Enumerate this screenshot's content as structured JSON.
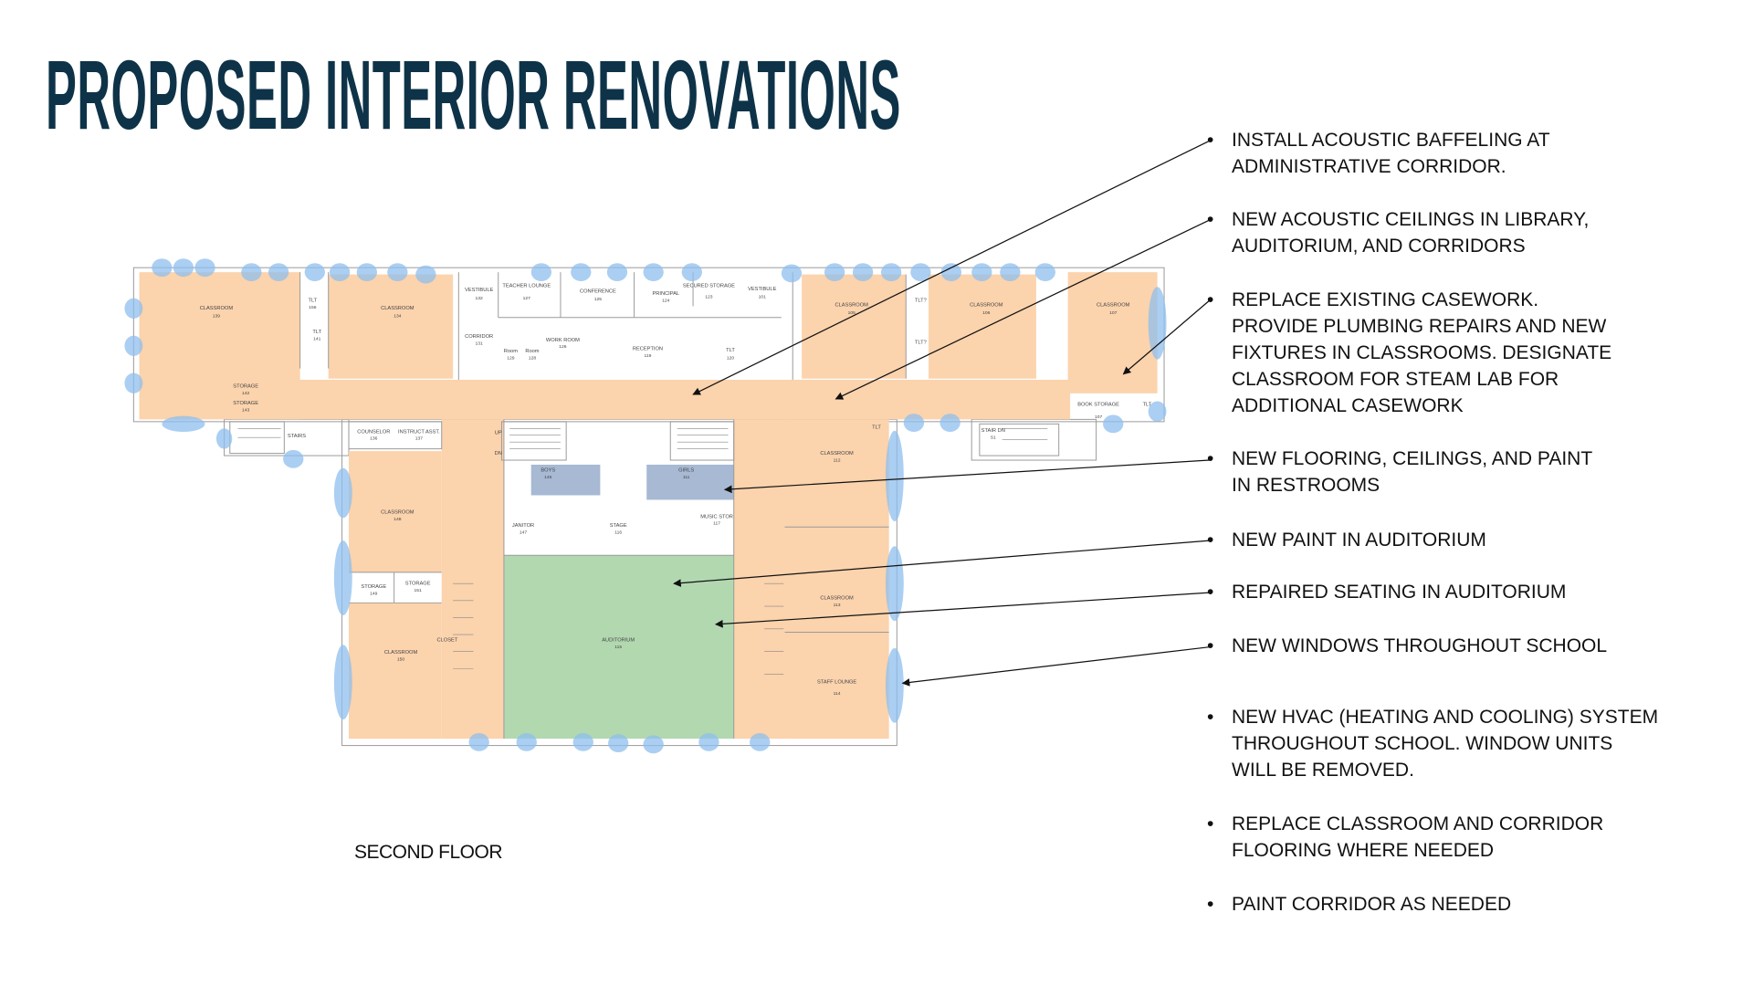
{
  "title": "PROPOSED INTERIOR RENOVATIONS",
  "floor_label": "SECOND FLOOR",
  "bullets": [
    {
      "lines": [
        "INSTALL ACOUSTIC BAFFELING AT",
        "ADMINISTRATIVE CORRIDOR."
      ]
    },
    {
      "lines": [
        "NEW ACOUSTIC CEILINGS IN LIBRARY,",
        "AUDITORIUM, AND CORRIDORS"
      ]
    },
    {
      "lines": [
        "REPLACE EXISTING CASEWORK.",
        "PROVIDE PLUMBING REPAIRS AND NEW",
        "FIXTURES IN CLASSROOMS.  DESIGNATE",
        "CLASSROOM FOR STEAM LAB FOR",
        "ADDITIONAL CASEWORK"
      ]
    },
    {
      "lines": [
        "NEW FLOORING, CEILINGS, AND PAINT",
        "IN RESTROOMS"
      ]
    },
    {
      "lines": [
        "NEW PAINT IN AUDITORIUM"
      ]
    },
    {
      "lines": [
        "REPAIRED SEATING IN AUDITORIUM"
      ]
    },
    {
      "lines": [
        "NEW WINDOWS THROUGHOUT SCHOOL"
      ]
    },
    {
      "lines": [
        "NEW HVAC (HEATING AND COOLING) SYSTEM",
        "THROUGHOUT SCHOOL.  WINDOW UNITS",
        "WILL BE REMOVED."
      ]
    },
    {
      "lines": [
        "REPLACE CLASSROOM AND CORRIDOR",
        "FLOORING WHERE NEEDED"
      ]
    },
    {
      "lines": [
        "PAINT CORRIDOR AS NEEDED"
      ]
    }
  ],
  "bullet_glyph": "•",
  "rooms": {
    "r139": {
      "name": "CLASSROOM",
      "num": "139"
    },
    "r134": {
      "name": "CLASSROOM",
      "num": "134"
    },
    "r156": {
      "name": "TLT",
      "num": "156"
    },
    "r141": {
      "name": "TLT",
      "num": "141"
    },
    "r132": {
      "name": "VESTIBULE",
      "num": "132"
    },
    "r127": {
      "name": "TEACHER LOUNGE",
      "num": "127"
    },
    "r125": {
      "name": "CONFERENCE",
      "num": "125"
    },
    "r124": {
      "name": "PRINCIPAL",
      "num": "124"
    },
    "r123": {
      "name": "SECURED STORAGE",
      "num": "123"
    },
    "r101": {
      "name": "VESTIBULE",
      "num": "101"
    },
    "r131": {
      "name": "CORRIDOR",
      "num": "131"
    },
    "r129": {
      "name": "Room",
      "num": "129"
    },
    "r128": {
      "name": "Room",
      "num": "128"
    },
    "r126": {
      "name": "WORK ROOM",
      "num": "126"
    },
    "r119": {
      "name": "RECEPTION",
      "num": "119"
    },
    "r120": {
      "name": "TLT",
      "num": "120"
    },
    "r105": {
      "name": "CLASSROOM",
      "num": "105"
    },
    "r106": {
      "name": "CLASSROOM",
      "num": "106"
    },
    "r107": {
      "name": "CLASSROOM",
      "num": "107"
    },
    "r107b": {
      "name": "BOOK STORAGE",
      "num": "107"
    },
    "r142": {
      "name": "STORAGE",
      "num": "142"
    },
    "r143": {
      "name": "STORAGE",
      "num": "143"
    },
    "r136": {
      "name": "COUNSELOR",
      "num": "136"
    },
    "r137": {
      "name": "INSTRUCT ASST.",
      "num": "137"
    },
    "rS1": {
      "name": "STAIR DN",
      "num": "S1"
    },
    "r146": {
      "name": "BOYS",
      "num": "146"
    },
    "r111": {
      "name": "GIRLS",
      "num": "111"
    },
    "r147": {
      "name": "JANITOR",
      "num": "147"
    },
    "r116": {
      "name": "STAGE",
      "num": "116"
    },
    "r117": {
      "name": "MUSIC STOR",
      "num": "117"
    },
    "r148": {
      "name": "CLASSROOM",
      "num": "148"
    },
    "r149": {
      "name": "STORAGE",
      "num": "149"
    },
    "r151": {
      "name": "STORAGE",
      "num": "151"
    },
    "r150": {
      "name": "CLASSROOM",
      "num": "150"
    },
    "r115": {
      "name": "AUDITORIUM",
      "num": "115"
    },
    "r112": {
      "name": "CLASSROOM",
      "num": "112"
    },
    "r113": {
      "name": "CLASSROOM",
      "num": "113"
    },
    "r114": {
      "name": "STAFF LOUNGE",
      "num": "114"
    }
  },
  "plan_text": {
    "stairs": "STAIRS",
    "tlt": "TLT",
    "tlt_q": "TLT?",
    "up": "UP",
    "dn": "DN",
    "closet": "CLOSET"
  },
  "colors": {
    "title": "#0e3348",
    "renovated": "#fbd3ad",
    "auditorium": "#b2d8b0",
    "restroom": "#a7b9d3",
    "window": "#8fbfee"
  }
}
